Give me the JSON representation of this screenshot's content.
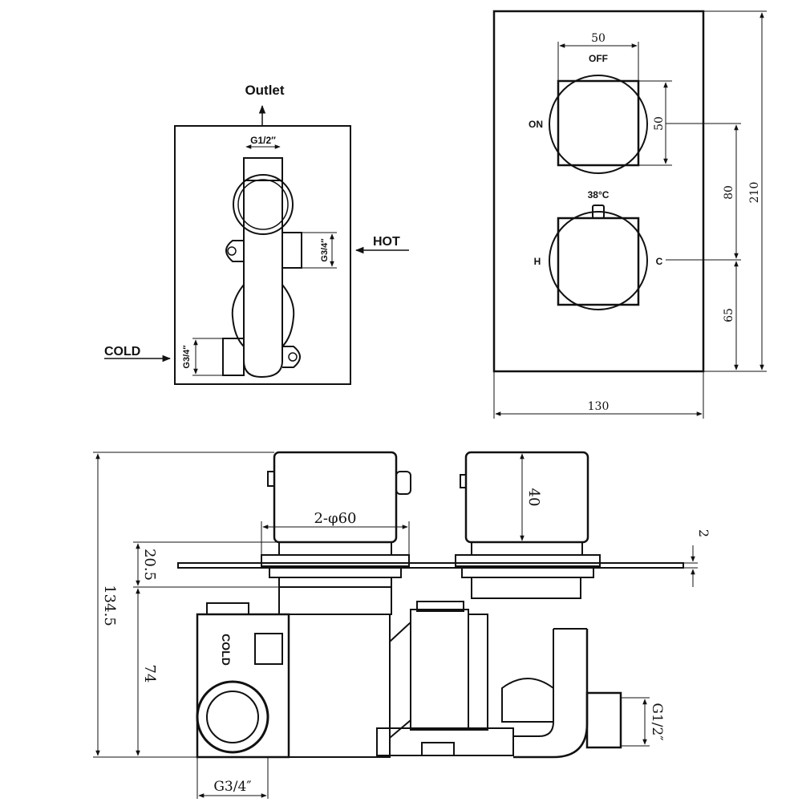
{
  "rear_view": {
    "outlet_label": "Outlet",
    "outlet_thread": "G1/2″",
    "hot_label": "HOT",
    "hot_thread": "G3/4″",
    "cold_label": "COLD",
    "cold_thread": "G3/4″"
  },
  "front_view": {
    "width_dim": "130",
    "height_dim": "210",
    "handle_width_dim": "50",
    "handle_height_dim": "50",
    "spacing_dim": "80",
    "bottom_dim": "65",
    "off_label": "OFF",
    "on_label": "ON",
    "temp_label": "38°C",
    "hot_label": "H",
    "cold_label": "C"
  },
  "side_view": {
    "handle_diameter_dim": "2-φ60",
    "handle_depth_dim": "40",
    "plate_thickness_dim": "2",
    "wall_dim": "20.5",
    "total_depth_dim": "134.5",
    "body_dim": "74",
    "cold_label": "COLD",
    "cold_thread": "G3/4″",
    "outlet_thread": "G1/2″"
  }
}
